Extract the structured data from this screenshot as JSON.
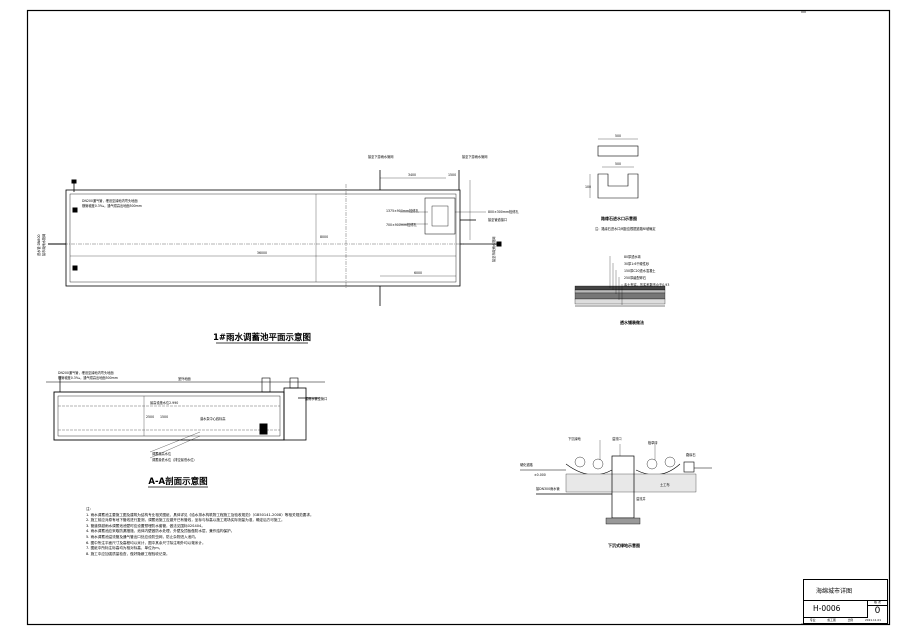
{
  "drawing": {
    "plan_title": "1#雨水调蓄池平面示意图",
    "section_title": "A-A剖面示意图",
    "curb_title": "路缘石进水口示意图",
    "curb_note": "注：路缘石进水口间距应根据道路纵坡确定",
    "permeable_title": "透水铺装做法",
    "sunken_title": "下沉式绿地示意图"
  },
  "plan": {
    "dim_overall": "36000",
    "dim_width": "8000",
    "dim_top": "3400",
    "dim_right1": "1500",
    "dim_bottom": "6000",
    "left_side_label": "进水管 DN800",
    "left_side_label2": "接市政雨水管网",
    "note_line1": "DN200通气管，埋设至绿地内弯头地面",
    "note_line2": "横管坡度0.3‰，通气帽高出地面500mm",
    "top_label1": "接至下游雨水管网",
    "top_label2": "接至下游雨水管网",
    "inlet_label1": "1375×900mm检修孔",
    "inlet_label2": "700×900mm检修孔",
    "right_label1": "800×300mm检修孔",
    "right_label2": "接至管道接口",
    "right_label3": "接至市政雨水管网"
  },
  "section": {
    "note_line1": "DN200通气管，埋设至绿地内弯头地面",
    "note_line2": "横管坡度0.3‰，通气帽高出地面500mm",
    "ground_label": "室外地面",
    "water_label": "最高设施水位2.990",
    "overflow_label": "接雨水管空管口",
    "pump_label": "潜水泵中心线标高",
    "bottom_label1": "调蓄最高水位",
    "bottom_label2": "调蓄最低水位（排空最低水位）",
    "dim_1": "2500",
    "dim_2": "1500"
  },
  "curb": {
    "dim_top": "500",
    "dim_mid": "500",
    "dim_bottom": "100"
  },
  "permeable": {
    "layers": [
      "80厚透水砖",
      "30厚1:6干硬性砂",
      "150厚C20透水混凝土",
      "250厚级配碎石",
      "素土夯实，压实系数不小于0.93"
    ]
  },
  "sunken": {
    "label_top1": "下沉绿地",
    "label_top2": "溢流口",
    "label_top3": "植草砖",
    "label_top4": "路缘石",
    "label_mid1": "溢流井",
    "label_mid2": "土工布",
    "label_left": "硬化道路",
    "label_bottom": "接DN300雨水管",
    "elev": "±0.000"
  },
  "notes": {
    "heading": "注：",
    "items": [
      "1. 雨水调蓄池主要施工图及建筑为结构专业相关图纸，具体详见《给水排水构筑物工程施工及验收规范》（GB50141-2008）等相关规范要求。",
      "2. 施工前应对原有地下管线进行复测，调蓄池施工应避开已有管线，坐标与标高以施工现场实际测量为准，确定后方可施工。",
      "3. 管道穿越雨水调蓄池池壁时应设置预埋防水套管，做法见国标02S404。",
      "4. 雨水调蓄池应采取防漏措施，池体内壁做防水处理，外壁及顶板做防水层，兼作结构保护。",
      "5. 雨水调蓄池溢流管及通气管出口处应设防虫网，防止杂物进入池内。",
      "6. 图中所注平面尺寸及高程均以米计，图中其余尺寸除注明外均以毫米计。",
      "7. 图纸中所标注标高均为相对标高，单位为m。",
      "8. 施工中应加强质量检查，做好隐蔽工程验收记录。"
    ]
  },
  "titleblock": {
    "project": "海绵城市详图",
    "drawing_no": "H-0006",
    "rev_label": "版 次",
    "revision": "0",
    "row3_a": "专业",
    "row3_b": "施工图",
    "row3_c": "比例",
    "row3_d": "2021.11.01"
  }
}
